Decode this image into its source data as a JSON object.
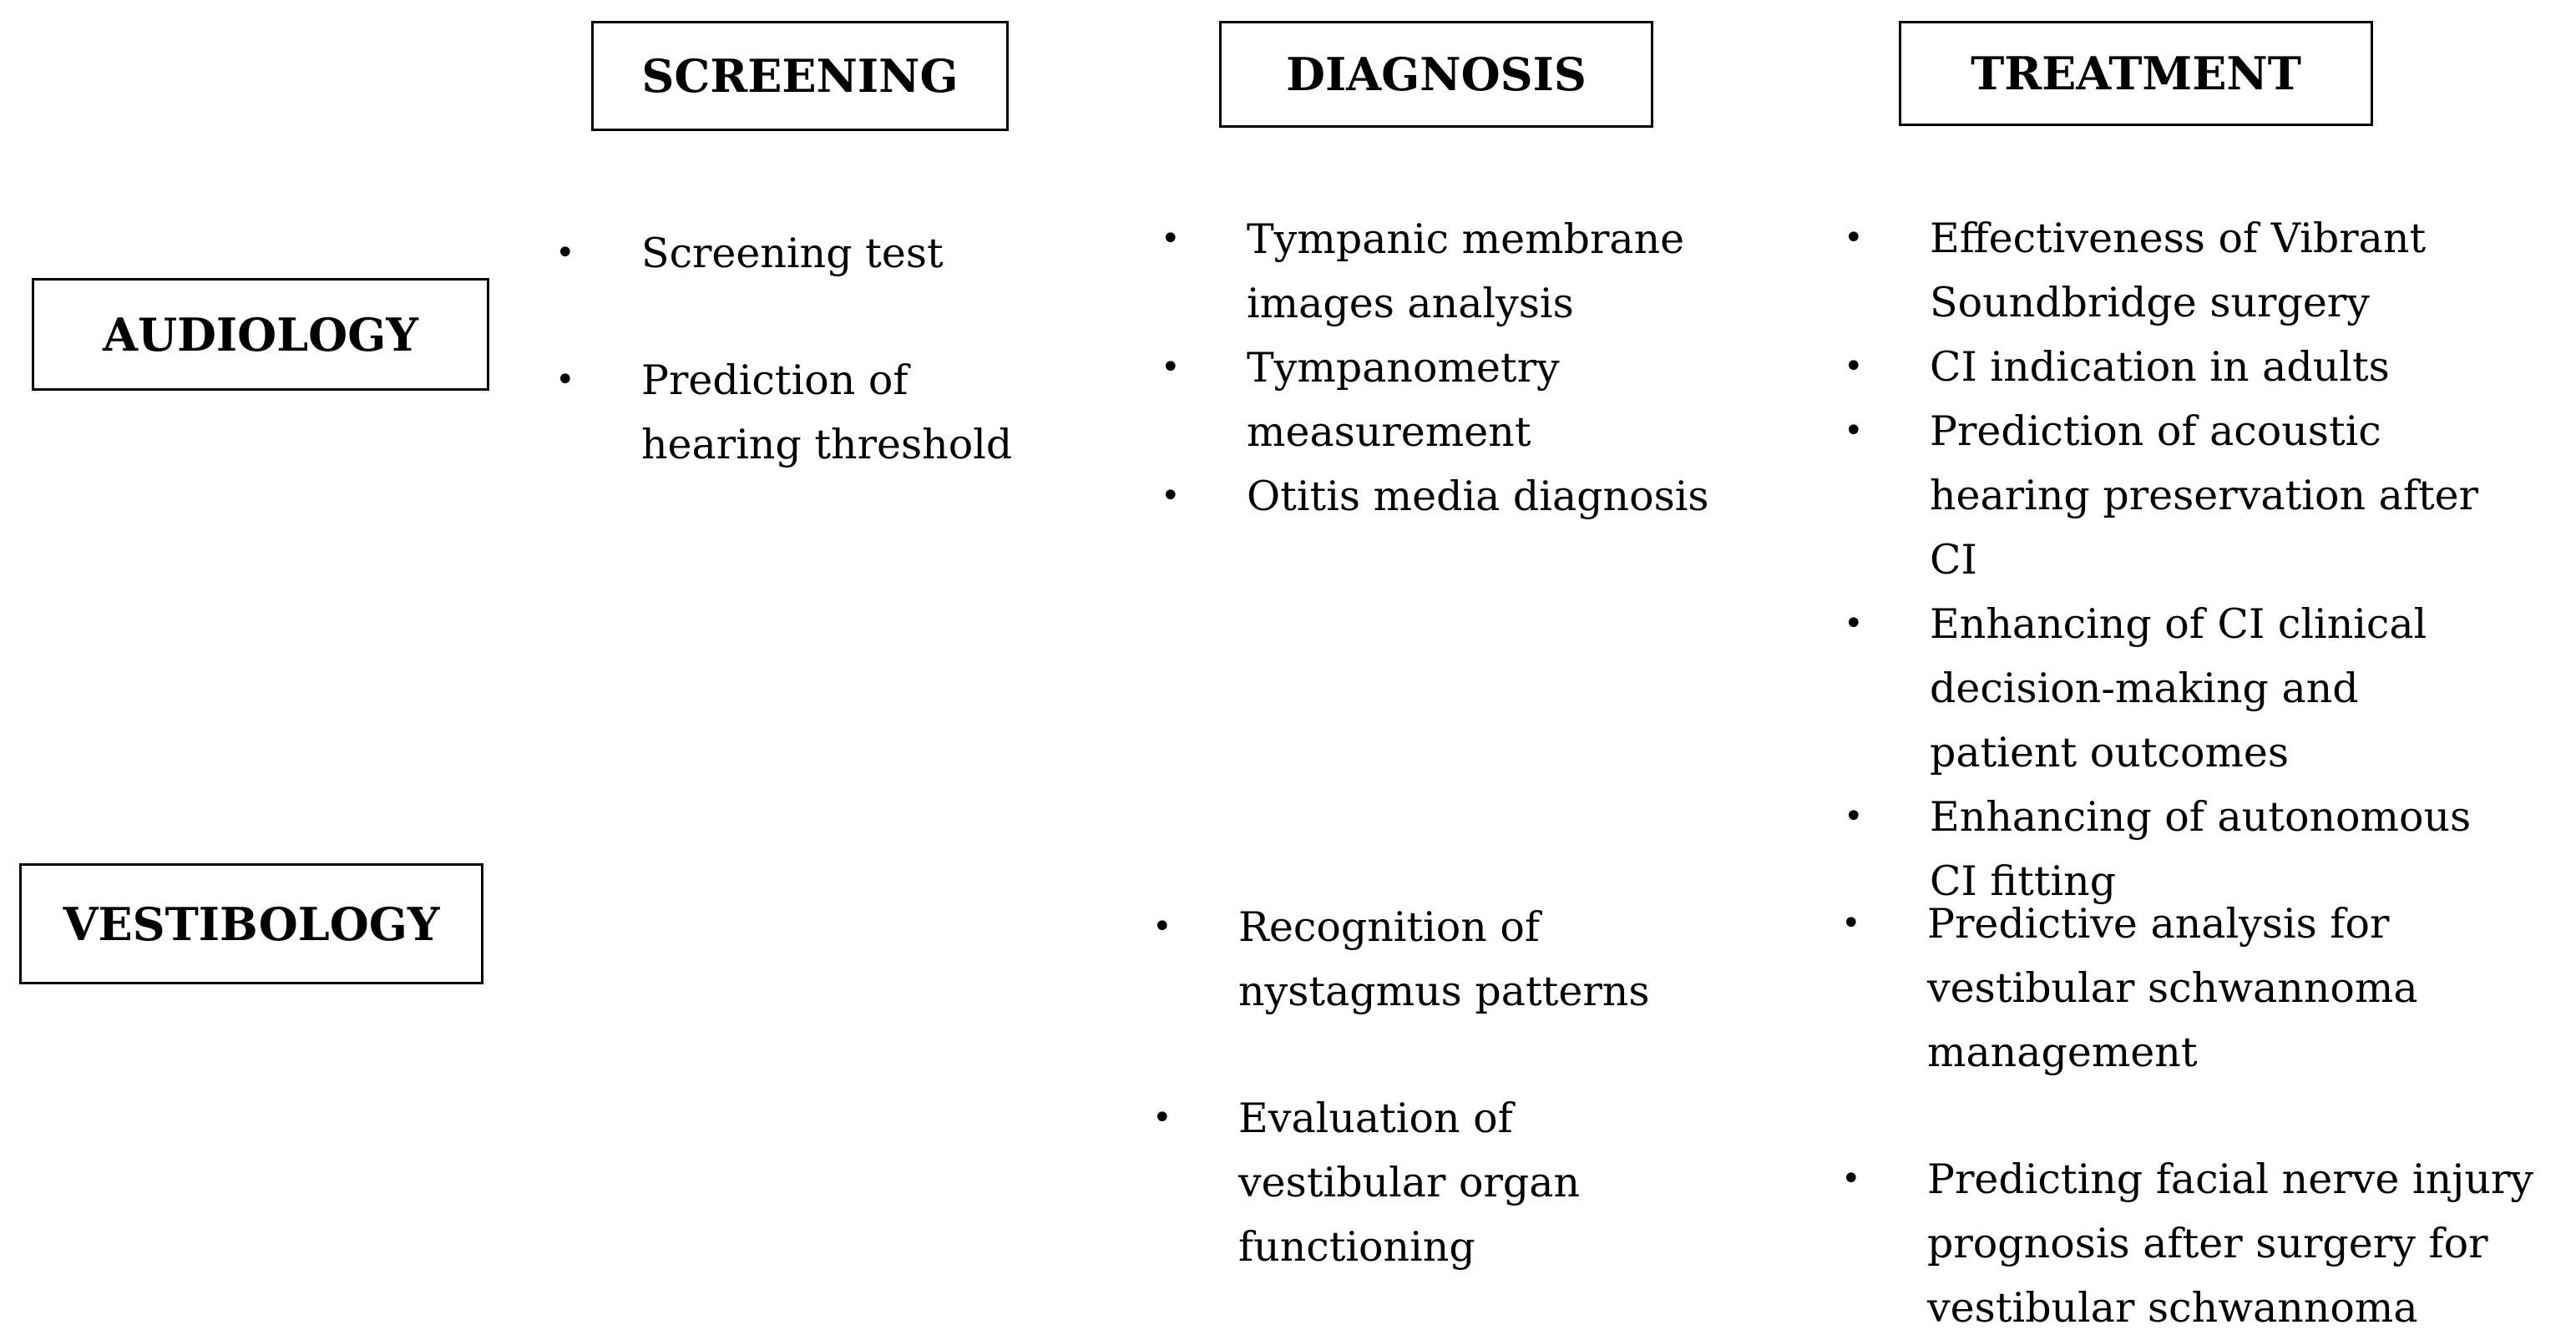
{
  "columns": {
    "screening": "SCREENING",
    "diagnosis": "DIAGNOSIS",
    "treatment": "TREATMENT"
  },
  "rows": {
    "audiology": "AUDIOLOGY",
    "vestibology": "VESTIBOLOGY"
  },
  "cells": {
    "audiology_screening": [
      "Screening test",
      "Prediction of hearing threshold"
    ],
    "audiology_diagnosis": [
      "Tympanic membrane images analysis",
      "Tympanometry measurement",
      "Otitis media diagnosis"
    ],
    "audiology_treatment": [
      "Effectiveness of Vibrant Soundbridge surgery",
      "CI indication in adults",
      "Prediction of acoustic hearing preservation after CI",
      "Enhancing of CI clinical decision-making and patient outcomes",
      "Enhancing of autonomous CI fitting"
    ],
    "vestibology_diagnosis": [
      "Recognition of nystagmus patterns",
      "Evaluation of vestibular organ functioning"
    ],
    "vestibology_treatment": [
      "Predictive analysis for vestibular schwannoma management",
      "Predicting facial nerve injury prognosis after surgery for vestibular schwannoma"
    ]
  },
  "bullet_glyph": "•"
}
